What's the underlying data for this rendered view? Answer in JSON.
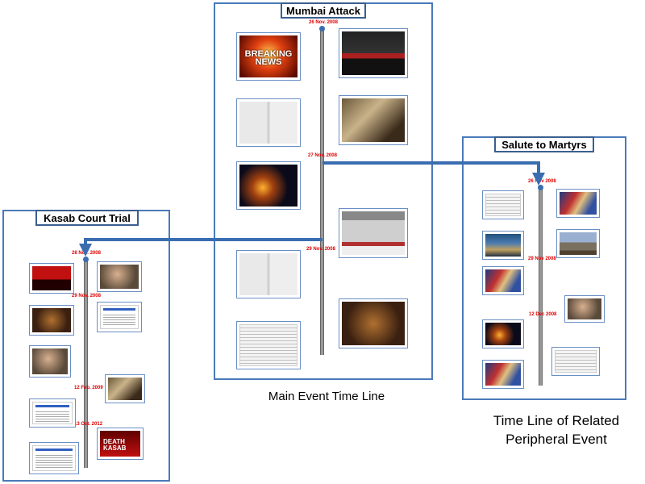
{
  "main_panel": {
    "title": "Mumbai Attack",
    "caption": "Main Event Time  Line",
    "dates": [
      "26 Nov. 2008",
      "27 Nov. 2008",
      "29 Nov. 2008"
    ],
    "thumb_texts": {
      "breaking": "BREAKING NEWS"
    }
  },
  "right_panel": {
    "title": "Salute to Martyrs",
    "caption_line1": "Time  Line of Related",
    "caption_line2": "Peripheral Event",
    "dates": [
      "26 Nov 2008",
      "29 Nov 2008",
      "12 Dec 2008"
    ]
  },
  "left_panel": {
    "title": "Kasab Court Trial",
    "dates": [
      "28 Nov. 2008",
      "29 Nov. 2008",
      "12 Feb. 2009",
      "13 Oct. 2012"
    ],
    "thumb_texts": {
      "death": "DEATH KASAB"
    }
  },
  "colors": {
    "panel_border": "#4a7ab8",
    "arrow": "#3a6db0",
    "date_text": "#e00000"
  }
}
